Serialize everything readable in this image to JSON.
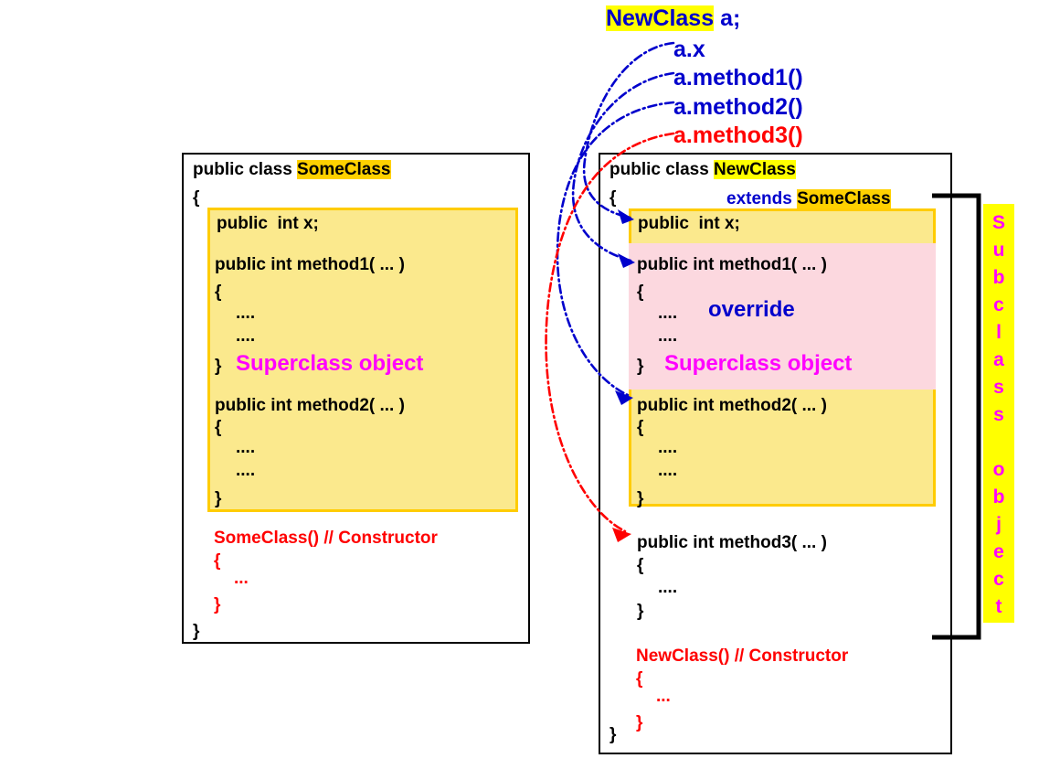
{
  "usage_snippet": {
    "declaration_type": "NewClass",
    "declaration_rest": " a;",
    "calls": [
      {
        "text": "a.x",
        "color": "#0000cc"
      },
      {
        "text": "a.method1()",
        "color": "#0000cc"
      },
      {
        "text": "a.method2()",
        "color": "#0000cc"
      },
      {
        "text": "a.method3()",
        "color": "#ff0000"
      }
    ]
  },
  "superclass_box": {
    "header_prefix": "public class ",
    "header_name": "SomeClass",
    "open_brace": "{",
    "close_brace": "}",
    "field": "public  int x;",
    "method1": {
      "signature": "public int method1( ... )",
      "open": "{",
      "body1": "....",
      "body2": "....",
      "close": "}",
      "tag": "Superclass object"
    },
    "method2": {
      "signature": "public int method2( ... )",
      "open": "{",
      "body1": "....",
      "body2": "....",
      "close": "}"
    },
    "constructor": {
      "signature": "SomeClass() // Constructor",
      "open": "{",
      "body": "...",
      "close": "}"
    }
  },
  "subclass_box": {
    "header_prefix": "public class ",
    "header_name": "NewClass",
    "extends_keyword": "extends",
    "extends_name": "SomeClass",
    "open_brace": "{",
    "close_brace": "}",
    "field": "public  int x;",
    "method1": {
      "signature": "public int method1( ... )",
      "open": "{",
      "body1": "....",
      "override_tag": "override",
      "body2": "....",
      "close": "}",
      "tag": "Superclass object"
    },
    "method2": {
      "signature": "public int method2( ... )",
      "open": "{",
      "body1": "....",
      "body2": "....",
      "close": "}"
    },
    "method3": {
      "signature": "public int method3( ... )",
      "open": "{",
      "body1": "....",
      "close": "}"
    },
    "constructor": {
      "signature": "NewClass() // Constructor",
      "open": "{",
      "body": "...",
      "close": "}"
    }
  },
  "subclass_label": {
    "line1": [
      "S",
      "u",
      "b",
      "c",
      "l",
      "a",
      "s",
      "s"
    ],
    "line2": [
      "o",
      "b",
      "j",
      "e",
      "c",
      "t"
    ],
    "text": "Subclass object"
  },
  "colors": {
    "highlight_yellow": "#ffff00",
    "highlight_gold": "#ffd100",
    "panel_yellow_fill": "#fbe98d",
    "panel_yellow_border": "#ffcc00",
    "panel_pink_fill": "#fcd8df",
    "blue": "#0000cc",
    "red": "#ff0000",
    "magenta": "#ff00ff",
    "black": "#000000"
  }
}
